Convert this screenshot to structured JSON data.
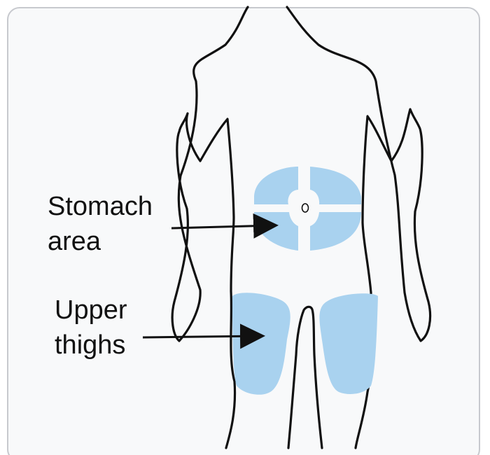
{
  "labels": {
    "stomach": {
      "line1": "Stomach",
      "line2": "area"
    },
    "thighs": {
      "line1": "Upper",
      "line2": "thighs"
    }
  },
  "colors": {
    "background": "#f8f9fa",
    "frame_border": "#c7c9ce",
    "outline": "#111111",
    "injection_area": "#a9d2ef",
    "arrow": "#111111"
  },
  "regions": [
    "stomach-area",
    "upper-thighs"
  ]
}
